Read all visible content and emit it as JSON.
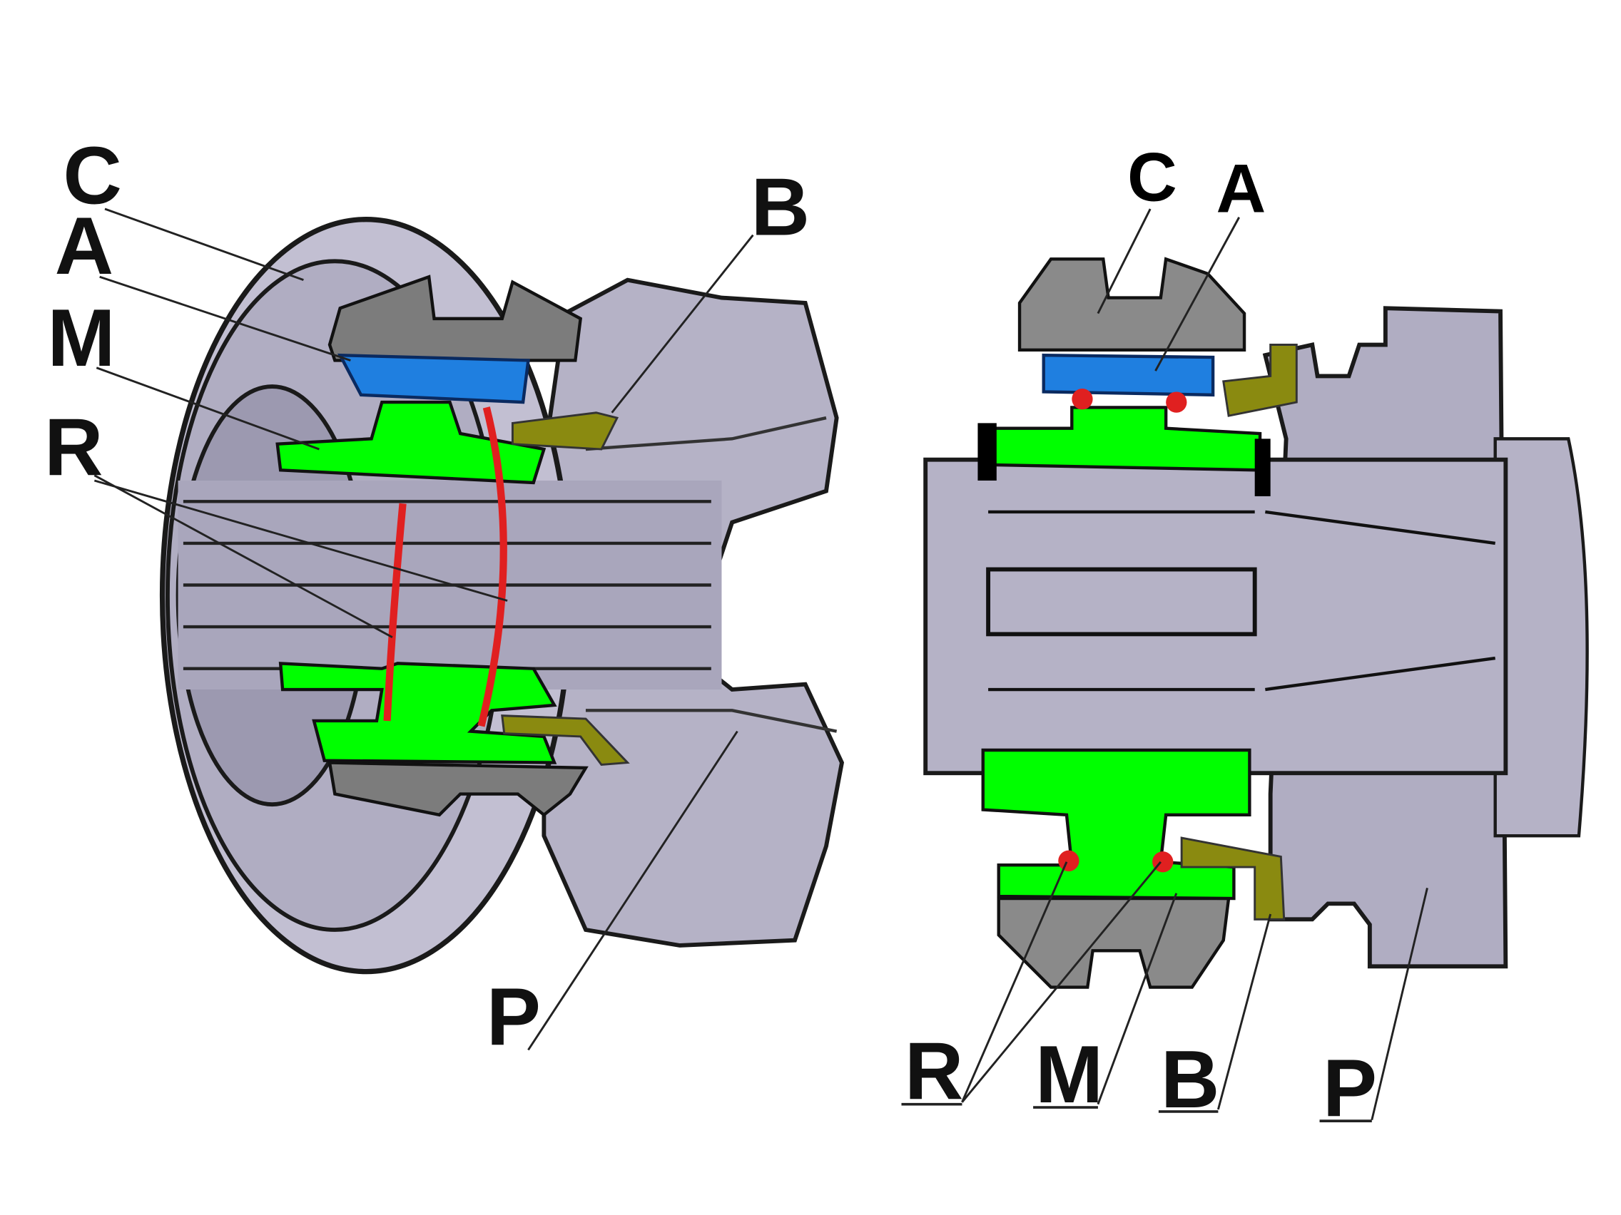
{
  "colors": {
    "ring_C": "#7c7c7c",
    "blocker_A": "#1f7fe0",
    "sleeve_M": "#00ff00",
    "spring_R": "#e02020",
    "key_B": "#8a8a10",
    "body": "#b7b4c8",
    "ink": "#1a1a1a"
  },
  "left_view": {
    "labels": {
      "C": "C",
      "A": "A",
      "M": "M",
      "R": "R",
      "B": "B",
      "P": "P"
    }
  },
  "right_view": {
    "labels": {
      "C": "C",
      "A": "A",
      "R": "R",
      "M": "M",
      "B": "B",
      "P": "P"
    }
  }
}
